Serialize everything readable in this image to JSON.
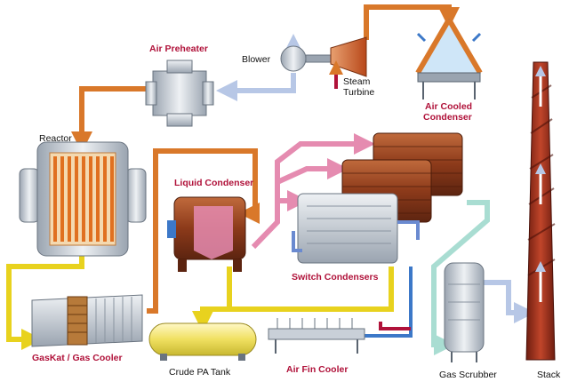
{
  "diagram": {
    "labels": {
      "air_preheater": "Air Preheater",
      "blower": "Blower",
      "steam_turbine_line1": "Steam",
      "steam_turbine_line2": "Turbine",
      "air_cooled_condenser_line1": "Air Cooled",
      "air_cooled_condenser_line2": "Condenser",
      "reactor": "Reactor",
      "liquid_condenser": "Liquid Condenser",
      "switch_condensers": "Switch Condensers",
      "gaskat_gas_cooler": "GasKat / Gas Cooler",
      "crude_pa_tank": "Crude PA Tank",
      "air_fin_cooler": "Air Fin Cooler",
      "gas_scrubber": "Gas Scrubber",
      "stack": "Stack"
    },
    "colors": {
      "label_red": "#b0123a",
      "label_black": "#111111",
      "pipe_orange": "#d9782a",
      "pipe_yellow": "#e8d21e",
      "pipe_pink": "#e58bb0",
      "pipe_lightblue": "#b7c7e6",
      "pipe_teal": "#a9ddd2",
      "equipment_rust": "#8c3a1a",
      "equipment_gray": "#c9d0d8",
      "stack_red": "#a3301c"
    }
  }
}
